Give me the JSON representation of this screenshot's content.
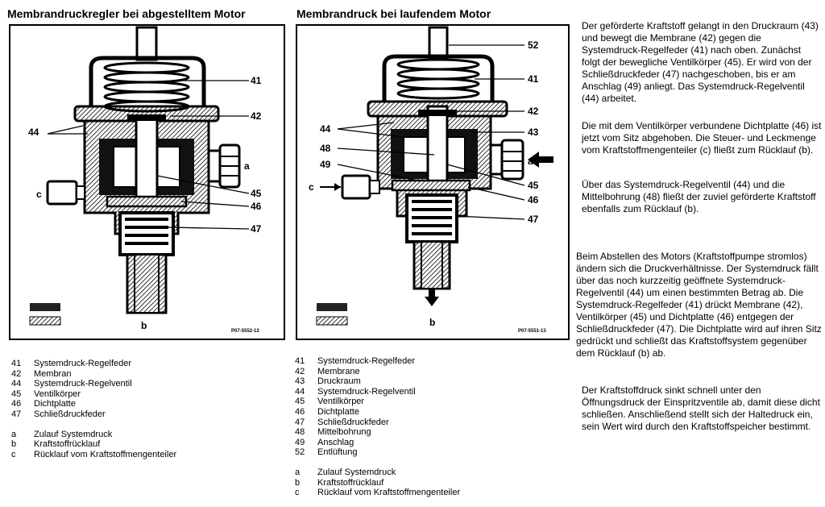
{
  "left": {
    "title": "Membrandruckregler bei abgestelltem Motor",
    "callouts": {
      "n41": "41",
      "n42": "42",
      "n44": "44",
      "n45": "45",
      "n46": "46",
      "n47": "47",
      "a": "a",
      "b": "b",
      "c": "c"
    },
    "code": "P07-5552-13",
    "legend_numbers": [
      {
        "k": "41",
        "v": "Systemdruck-Regelfeder"
      },
      {
        "k": "42",
        "v": "Membran"
      },
      {
        "k": "44",
        "v": "Systemdruck-Regelventil"
      },
      {
        "k": "45",
        "v": "Ventilkörper"
      },
      {
        "k": "46",
        "v": "Dichtplatte"
      },
      {
        "k": "47",
        "v": "Schließdruckfeder"
      }
    ],
    "legend_letters": [
      {
        "k": "a",
        "v": "Zulauf Systemdruck"
      },
      {
        "k": "b",
        "v": "Kraftstoffrücklauf"
      },
      {
        "k": "c",
        "v": "Rücklauf vom Kraftstoffmengenteiler"
      }
    ]
  },
  "middle": {
    "title": "Membrandruck bei laufendem Motor",
    "callouts": {
      "n52": "52",
      "n41": "41",
      "n42": "42",
      "n43": "43",
      "n44": "44",
      "n48": "48",
      "n49": "49",
      "n45": "45",
      "n46": "46",
      "n47": "47",
      "a": "a",
      "b": "b",
      "c": "c"
    },
    "code": "P07-5551-13",
    "legend_numbers": [
      {
        "k": "41",
        "v": "Systemdruck-Regelfeder"
      },
      {
        "k": "42",
        "v": "Membrane"
      },
      {
        "k": "43",
        "v": "Druckraum"
      },
      {
        "k": "44",
        "v": "Systemdruck-Regelventil"
      },
      {
        "k": "45",
        "v": "Ventilkörper"
      },
      {
        "k": "46",
        "v": "Dichtplatte"
      },
      {
        "k": "47",
        "v": "Schließdruckfeder"
      },
      {
        "k": "48",
        "v": "Mittelbohrung"
      },
      {
        "k": "49",
        "v": "Anschlag"
      },
      {
        "k": "52",
        "v": "Entlüftung"
      }
    ],
    "legend_letters": [
      {
        "k": "a",
        "v": "Zulauf Systemdruck"
      },
      {
        "k": "b",
        "v": "Kraftstoffrücklauf"
      },
      {
        "k": "c",
        "v": "Rücklauf vom Kraftstoffmengenteiler"
      }
    ]
  },
  "text": {
    "p1": "Der geförderte Kraftstoff gelangt in den Druckraum (43) und bewegt die Membrane (42) gegen die Systemdruck-Regelfeder (41) nach oben. Zunächst folgt der bewegliche Ventilkörper (45). Er wird von der Schließdruckfeder (47) nachgeschoben, bis er am Anschlag (49) anliegt. Das Systemdruck-Regelventil (44) arbeitet.",
    "p2": "Die mit dem Ventilkörper verbundene Dichtplatte (46) ist jetzt vom Sitz abgehoben. Die Steuer- und Leckmenge vom Kraftstoffmengenteiler (c) fließt zum Rücklauf (b).",
    "p3": "Über das Systemdruck-Regelventil (44) und die Mittelbohrung (48) fließt der zuviel geförderte Kraftstoff ebenfalls zum Rücklauf (b).",
    "p4": "Beim Abstellen des Motors (Kraftstoffpumpe stromlos) ändern sich die Druckverhältnisse. Der Systemdruck fällt über das noch kurzzeitig geöffnete Systemdruck-Regelventil (44) um einen bestimmten Betrag ab. Die Systemdruck-Regelfeder (41) drückt Membrane (42), Ventilkörper (45) und Dichtplatte (46) entgegen der Schließdruckfeder (47). Die Dichtplatte wird auf ihren Sitz gedrückt und schließt das Kraftstoffsystem gegenüber dem Rücklauf (b) ab.",
    "p5": "Der Kraftstoffdruck sinkt schnell unter den Öffnungsdruck der Einspritzventile ab, damit diese dicht schließen. Anschließend stellt sich der Haltedruck ein, sein Wert wird durch den Kraftstoffspeicher bestimmt."
  }
}
